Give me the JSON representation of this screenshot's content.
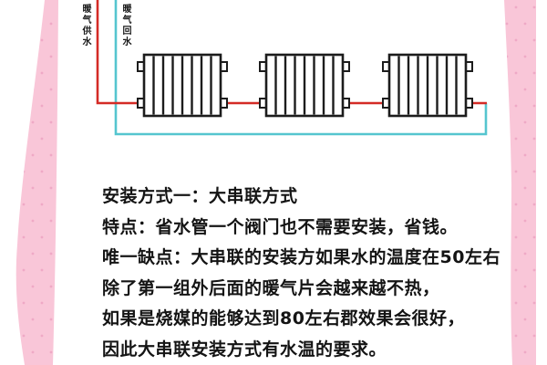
{
  "diagram": {
    "supply_pipe_label": "暖气供水",
    "return_pipe_label": "暖气回水",
    "radiator_count": "3",
    "colors": {
      "supply_red": "#d42b26",
      "return_cyan": "#55c5cf",
      "border_pink": "#f9c6d8",
      "border_dot": "#efa9c6",
      "radiator_line": "#1c1c1c"
    }
  },
  "text": {
    "lines": [
      "安装方式一：大串联方式",
      "特点：省水管一个阀门也不需要安装，省钱。",
      "唯一缺点：大串联的安装方如果水的温度在50左右",
      "除了第一组外后面的暖气片会越来越不热，",
      "如果是烧媒的能够达到80左右郡效果会很好，",
      "因此大串联安装方式有水温的要求。"
    ]
  }
}
